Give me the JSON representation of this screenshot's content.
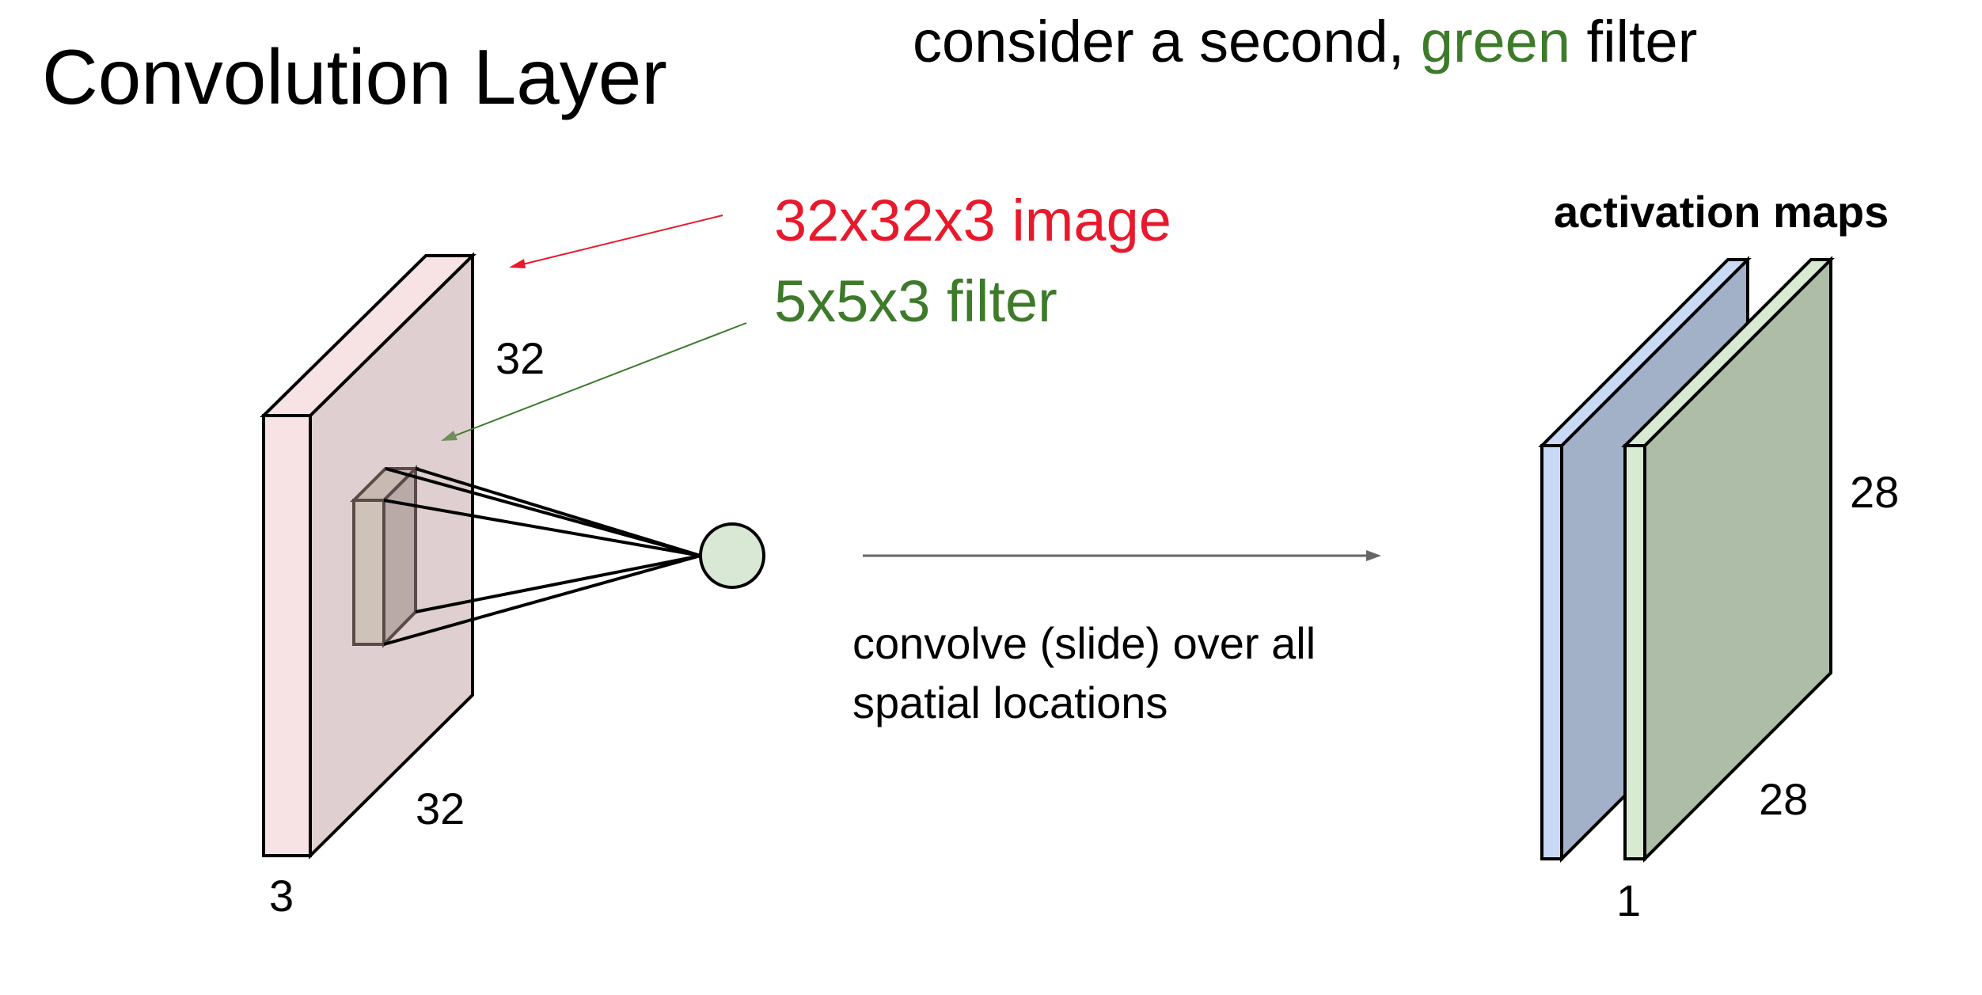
{
  "title": "Convolution Layer",
  "subtitle": {
    "before": "consider a second, ",
    "highlight": "green",
    "after": " filter"
  },
  "input": {
    "label": "32x32x3 image",
    "height": "32",
    "width": "32",
    "depth": "3"
  },
  "filter": {
    "label": "5x5x3 filter"
  },
  "operation": {
    "line1": "convolve (slide) over all",
    "line2": "spatial locations"
  },
  "output": {
    "label": "activation maps",
    "height": "28",
    "width": "28",
    "depth": "1"
  },
  "colors": {
    "text": "#000000",
    "image_label": "#e8192c",
    "filter_label": "#3d7a2a",
    "highlight": "#3d7a2a",
    "input_face": "#e0cfd0",
    "input_side": "#f7e2e4",
    "filter_face": "#b9aaa8",
    "filter_front": "#cfc2b8",
    "neuron": "#d8e8d4",
    "blue_map_face": "#a2b0c8",
    "blue_map_side": "#c9d9f5",
    "green_map_face": "#adbda7",
    "green_map_side": "#d9ead3",
    "arrow": "#666666"
  }
}
